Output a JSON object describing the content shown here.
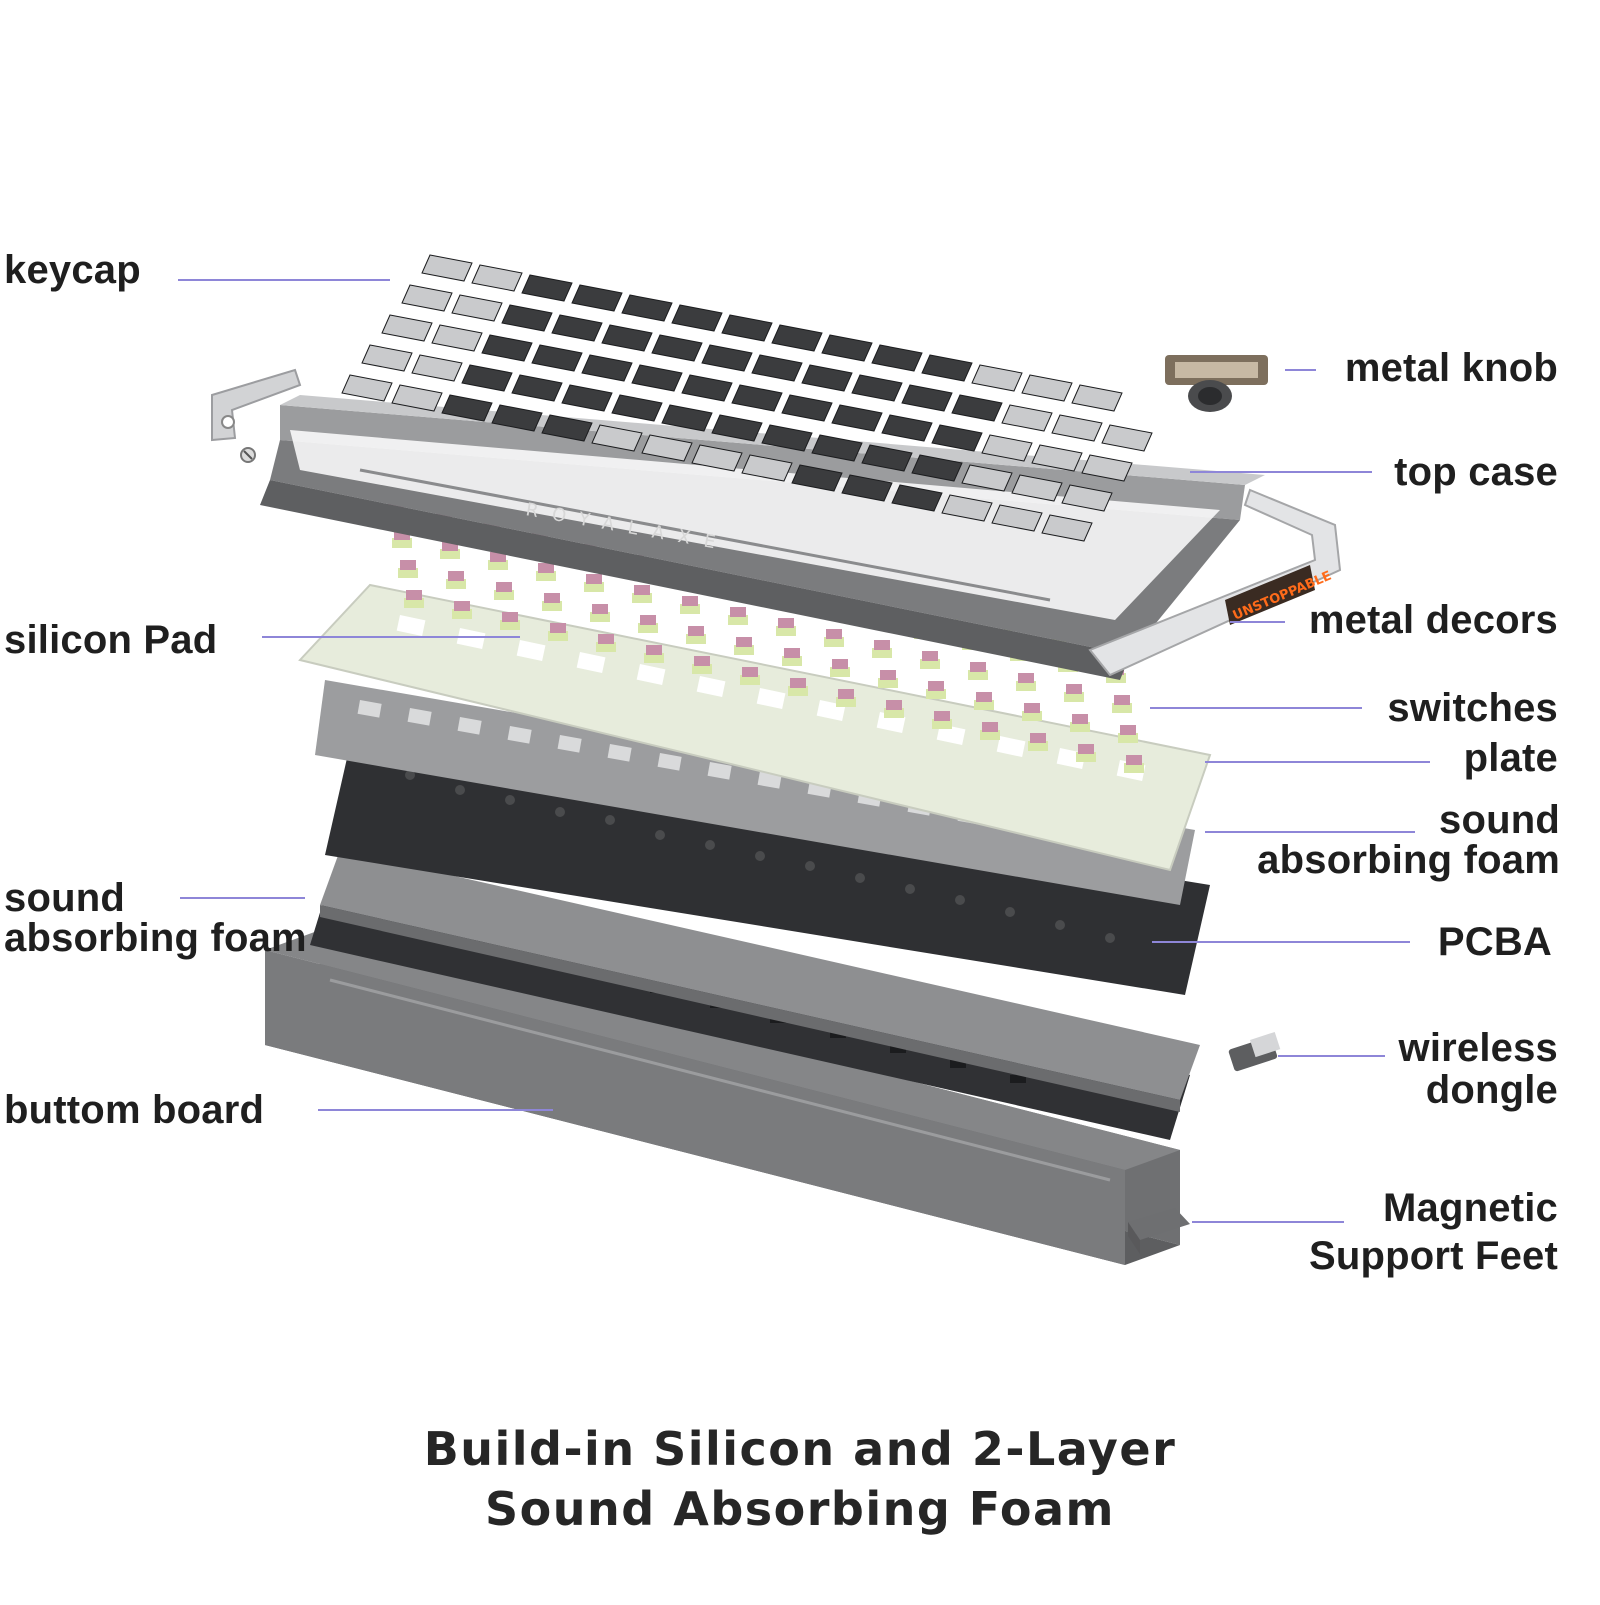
{
  "brand": "ROYALAXE",
  "decor_tag": "UNSTOPPABLE",
  "colors": {
    "leader_line": "#8e86d8",
    "text": "#1f1f1f",
    "case": "#7b7c7e",
    "keycap_dark": "#3b3c3e",
    "keycap_light": "#c9cacc",
    "switch_pink": "#c78fa8",
    "switch_green": "#d8e7a8",
    "plate_light": "#e7ecdc",
    "foam": "#8e8f91",
    "pcba": "#2f3033",
    "bottom_board": "#6f7072",
    "accent_orange": "#ff6b1a"
  },
  "labels": {
    "keycap": "keycap",
    "metal_knob": "metal knob",
    "top_case": "top case",
    "silicon_pad": "silicon Pad",
    "metal_decors": "metal decors",
    "switches": "switches",
    "plate": "plate",
    "sound_foam_right_line1": "sound",
    "sound_foam_right_line2": "absorbing foam",
    "sound_foam_left_line1": "sound",
    "sound_foam_left_line2": "absorbing foam",
    "pcba": "PCBA",
    "wireless_dongle_line1": "wireless",
    "wireless_dongle_line2": "dongle",
    "buttom_board": "buttom board",
    "magnetic_support_feet_line1": "Magnetic",
    "magnetic_support_feet_line2": "Support Feet"
  },
  "caption": {
    "line1": "Build-in Silicon and 2-Layer",
    "line2": "Sound Absorbing Foam"
  }
}
